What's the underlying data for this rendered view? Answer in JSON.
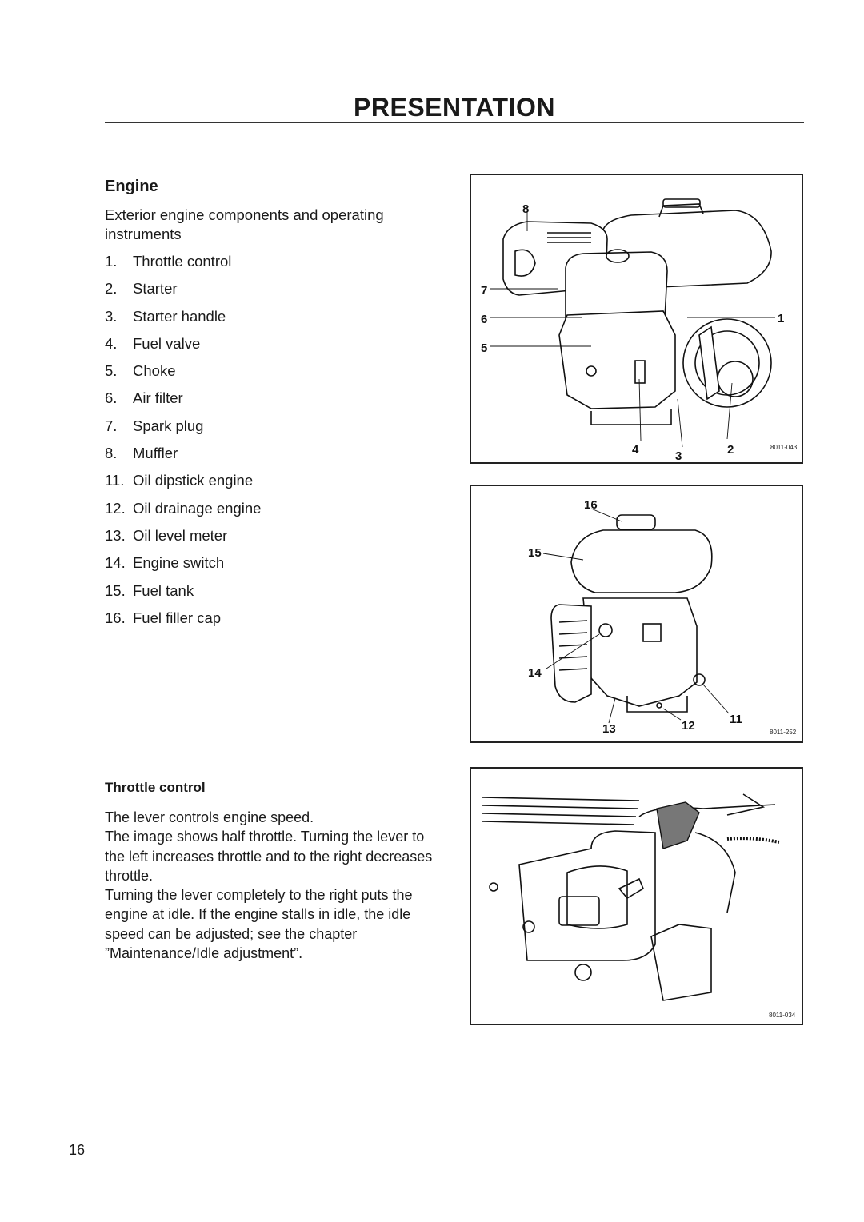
{
  "header": {
    "title": "PRESENTATION"
  },
  "engine": {
    "heading": "Engine",
    "intro": "Exterior engine components and operating instruments",
    "components": [
      {
        "num": "1.",
        "label": "Throttle control"
      },
      {
        "num": "2.",
        "label": "Starter"
      },
      {
        "num": "3.",
        "label": "Starter handle"
      },
      {
        "num": "4.",
        "label": "Fuel valve"
      },
      {
        "num": "5.",
        "label": "Choke"
      },
      {
        "num": "6.",
        "label": "Air filter"
      },
      {
        "num": "7.",
        "label": "Spark plug"
      },
      {
        "num": "8.",
        "label": "Muffler"
      },
      {
        "num": "11.",
        "label": "Oil dipstick engine"
      },
      {
        "num": "12.",
        "label": "Oil drainage engine"
      },
      {
        "num": "13.",
        "label": "Oil level meter"
      },
      {
        "num": "14.",
        "label": "Engine switch"
      },
      {
        "num": "15.",
        "label": "Fuel tank"
      },
      {
        "num": "16.",
        "label": "Fuel filler cap"
      }
    ]
  },
  "throttle": {
    "heading": "Throttle control",
    "paragraphs": [
      "The lever controls engine speed.",
      "The image shows half throttle. Turning the lever to the left increases throttle and to the right decreases throttle.",
      "Turning the lever completely to the right puts the engine at idle. If the engine stalls in idle, the idle speed can be adjusted; see the chapter ”Maintenance/Idle adjustment”."
    ]
  },
  "figures": {
    "fig1": {
      "code": "8011-043",
      "callouts": [
        "8",
        "7",
        "6",
        "5",
        "1",
        "4",
        "3",
        "2"
      ]
    },
    "fig2": {
      "code": "8011-252",
      "callouts": [
        "16",
        "15",
        "14",
        "13",
        "12",
        "11"
      ]
    },
    "fig3": {
      "code": "8011-034"
    }
  },
  "page": {
    "number": "16"
  }
}
